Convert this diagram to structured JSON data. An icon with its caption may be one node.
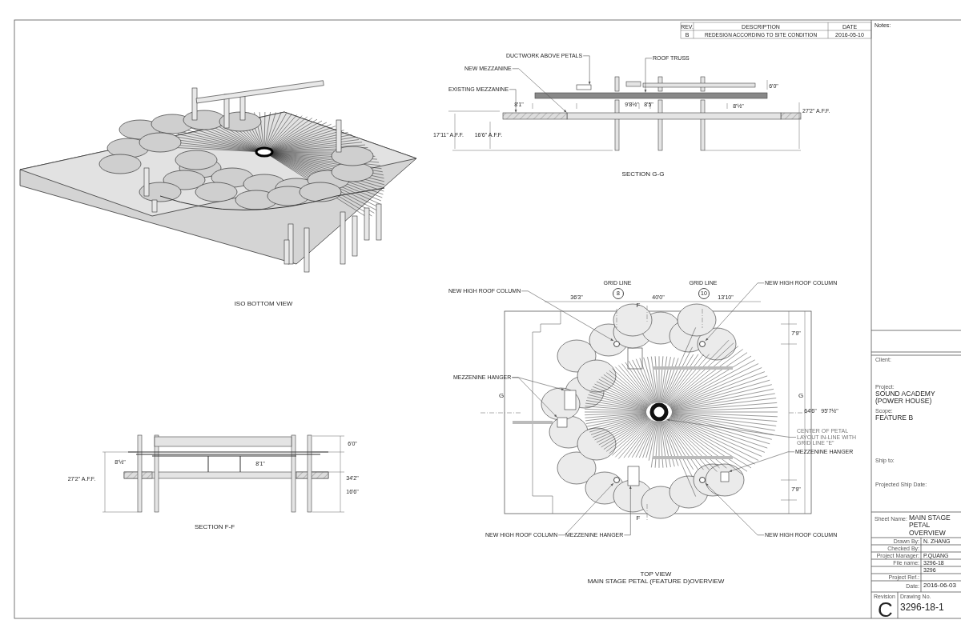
{
  "diagram": {
    "nodes": [
      {
        "text": [
          "DUCTWORK ABOVE PETALS"
        ]
      },
      {
        "text": [
          "ROOF TRUSS"
        ]
      },
      {
        "text": [
          "NEW MEZZANINE"
        ]
      },
      {
        "text": [
          "EXISTING MEZZANINE"
        ]
      },
      {
        "text": [
          "NEW HIGH ROOF COLUMN"
        ]
      },
      {
        "text": [
          "8"
        ],
        "beside": [
          "GRID LINE"
        ]
      },
      {
        "text": [
          "10"
        ],
        "beside": [
          "GRID LINE"
        ]
      },
      {
        "text": [
          "NEW HIGH ROOF COLUMN"
        ]
      },
      {
        "text": [
          "MEZZENINE HANGER"
        ]
      },
      {
        "text": [
          "CENTER OF PETAL LAYOUT IN-LINE WITH GRID LINE \"E\""
        ]
      },
      {
        "text": [
          "MEZZENINE HANGER"
        ]
      },
      {
        "text": [
          "NEW HIGH ROOF COLUMN"
        ]
      },
      {
        "text": [
          "MEZZENINE HANGER"
        ]
      },
      {
        "text": [
          "NEW HIGH ROOF COLUMN"
        ]
      },
      {
        "text": [],
        "shape": "box"
      },
      {
        "text": [],
        "shape": "bar"
      },
      {
        "text": [],
        "shape": "bar"
      },
      {
        "text": [],
        "shape": "bar"
      },
      {
        "text": [],
        "shape": "circle"
      },
      {
        "text": [],
        "shape": "circle"
      },
      {
        "text": [],
        "shape": "box"
      },
      {
        "text": [],
        "shape": "box"
      },
      {
        "text": [],
        "shape": "circle"
      },
      {
        "text": [],
        "shape": "box"
      },
      {
        "text": [],
        "shape": "circle"
      },
      {
        "text": [],
        "shape": "box"
      },
      {
        "text": [],
        "shape": "circle"
      }
    ],
    "edges": [
      {
        "from": 0,
        "to": 14,
        "arrow": "to"
      },
      {
        "from": 1,
        "to": 15,
        "arrow": "to"
      },
      {
        "from": 2,
        "to": 16,
        "arrow": "to"
      },
      {
        "from": 3,
        "to": 17,
        "arrow": "to"
      },
      {
        "from": 4,
        "to": 18,
        "arrow": "to"
      },
      {
        "from": 7,
        "to": 19,
        "arrow": "to"
      },
      {
        "from": 8,
        "to": 20,
        "arrow": "to"
      },
      {
        "from": 8,
        "to": 21,
        "arrow": "to"
      },
      {
        "from": 9,
        "to": 22,
        "arrow": "to"
      },
      {
        "from": 10,
        "to": 23,
        "arrow": "to"
      },
      {
        "from": 11,
        "to": 24,
        "arrow": "to"
      },
      {
        "from": 12,
        "to": 25,
        "arrow": "to"
      },
      {
        "from": 13,
        "to": 26,
        "arrow": "to"
      }
    ],
    "labels": [
      "REV.",
      "DESCRIPTION",
      "DATE",
      "B",
      "REDESIGN ACCORDING TO SITE CONDITION",
      "2016-05-10",
      "Notes:",
      "ISO BOTTOM VIEW",
      "8'1\"",
      "9'8½\"",
      "8'5\"",
      "6'0\"",
      "8'½\"",
      "27'2\" A.F.F.",
      "17'11\" A.F.F.",
      "16'6\" A.F.F.",
      "SECTION G-G",
      "36'3\"",
      "40'0\"",
      "13'10\"",
      "F",
      "G",
      "G",
      "7'9\"",
      "64'6\"",
      "95'7½\"",
      "7'9\"",
      "F",
      "SECTION F-F",
      "6'0\"",
      "8'½\"",
      "8'1\"",
      "27'2\" A.F.F.",
      "34'2\"",
      "16'6\"",
      "TOP VIEW",
      "MAIN STAGE PETAL (FEATURE D)OVERVIEW",
      "Client:",
      "Project:",
      "SOUND ACADEMY (POWER HOUSE)",
      "Scope:",
      "FEATURE B",
      "Ship to:",
      "Projected Ship Date:",
      "Sheet Name:",
      "MAIN STAGE PETAL OVERVIEW",
      "Drawn By:",
      "N. ZHANG",
      "Checked By:",
      "Project Manager:",
      "P.QUANG",
      "File name:",
      "3296-18",
      "3296",
      "Project Ref.:",
      "Date:",
      "2016-06-03",
      "Revision",
      "C",
      "Drawing No.",
      "3296-18-1"
    ]
  }
}
